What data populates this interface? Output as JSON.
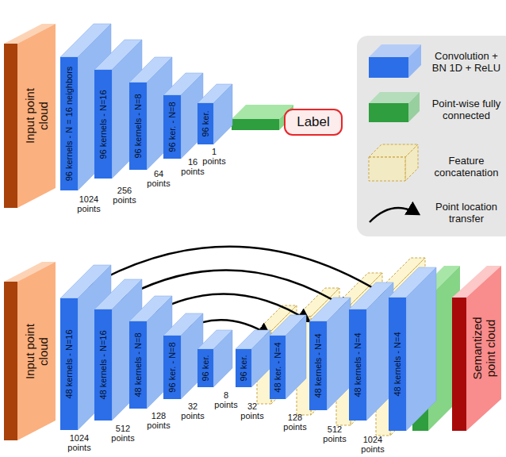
{
  "diagram": {
    "nodes": [
      {
        "text": [
          "Input point cloud"
        ]
      },
      {
        "text": [
          "96 kernels - N = 16 neighbors"
        ]
      },
      {
        "text": [
          "96 kernels - N=16"
        ]
      },
      {
        "text": [
          "96 kernels - N=8"
        ]
      },
      {
        "text": [
          "96 ker. - N=8"
        ]
      },
      {
        "text": [
          "96 ker."
        ]
      },
      {
        "text": [
          "Label"
        ]
      },
      {
        "text": [
          "Input point cloud"
        ]
      },
      {
        "text": [
          "48 kernels - N=16"
        ]
      },
      {
        "text": [
          "48 kernels - N=16"
        ]
      },
      {
        "text": [
          "48 kernels - N=8"
        ]
      },
      {
        "text": [
          "96 ker. - N=8"
        ]
      },
      {
        "text": [
          "96 ker."
        ]
      },
      {
        "text": [
          "96 ker."
        ]
      },
      {
        "text": [
          "48 ker. - N=4"
        ]
      },
      {
        "text": [
          "48 kernels - N=4"
        ]
      },
      {
        "text": [
          "48 kernels - N=4"
        ]
      },
      {
        "text": [
          "48 kernels - N=4"
        ]
      },
      {
        "text": [
          "Semantized point cloud"
        ]
      }
    ],
    "edges": [
      {
        "from": 8,
        "to": 17,
        "arrow": "to"
      },
      {
        "from": 9,
        "to": 16,
        "arrow": "to"
      },
      {
        "from": 10,
        "to": 15,
        "arrow": "to"
      },
      {
        "from": 11,
        "to": 14,
        "arrow": "to"
      }
    ],
    "labels": [
      "1024 points",
      "256 points",
      "64 points",
      "16 points",
      "1 points",
      "1024 points",
      "512 points",
      "128 points",
      "32 points",
      "8 points",
      "32 points",
      "128 points",
      "512 points",
      "1024 points"
    ],
    "legend": [
      {
        "text": "Convolution + BN 1D + ReLU",
        "color": "#2b6ee8"
      },
      {
        "text": "Point-wise fully connected",
        "color": "#2e9e3e"
      },
      {
        "text": "Feature concatenation"
      },
      {
        "text": "Point location transfer"
      }
    ]
  }
}
